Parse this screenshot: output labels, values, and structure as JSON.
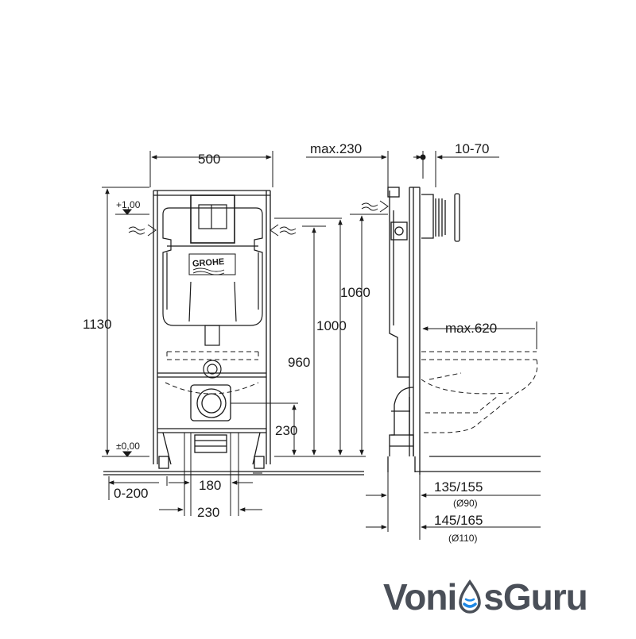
{
  "front_view": {
    "width": "500",
    "height_total": "1130",
    "level_top": "+1,00",
    "level_floor": "±0,00",
    "height_1000": "1000",
    "height_960": "960",
    "height_230": "230",
    "floor_offset": "0-200",
    "outlet_spacing_180": "180",
    "outlet_spacing_230": "230",
    "logo_text": "GROHE"
  },
  "side_view": {
    "max_depth": "max.230",
    "wall_thickness": "10-70",
    "height_1060": "1060",
    "bowl_projection": "max.620",
    "pipe_90": "135/155",
    "pipe_90_dia": "(Ø90)",
    "pipe_110": "145/165",
    "pipe_110_dia": "(Ø110)"
  },
  "watermark": {
    "part1": "Voni",
    "part2": "sGuru",
    "drop_icon": "water-drop-icon"
  },
  "colors": {
    "line": "#1a1a1a",
    "brand_gray": "#4a4f58",
    "brand_blue": "#1e88e5"
  }
}
